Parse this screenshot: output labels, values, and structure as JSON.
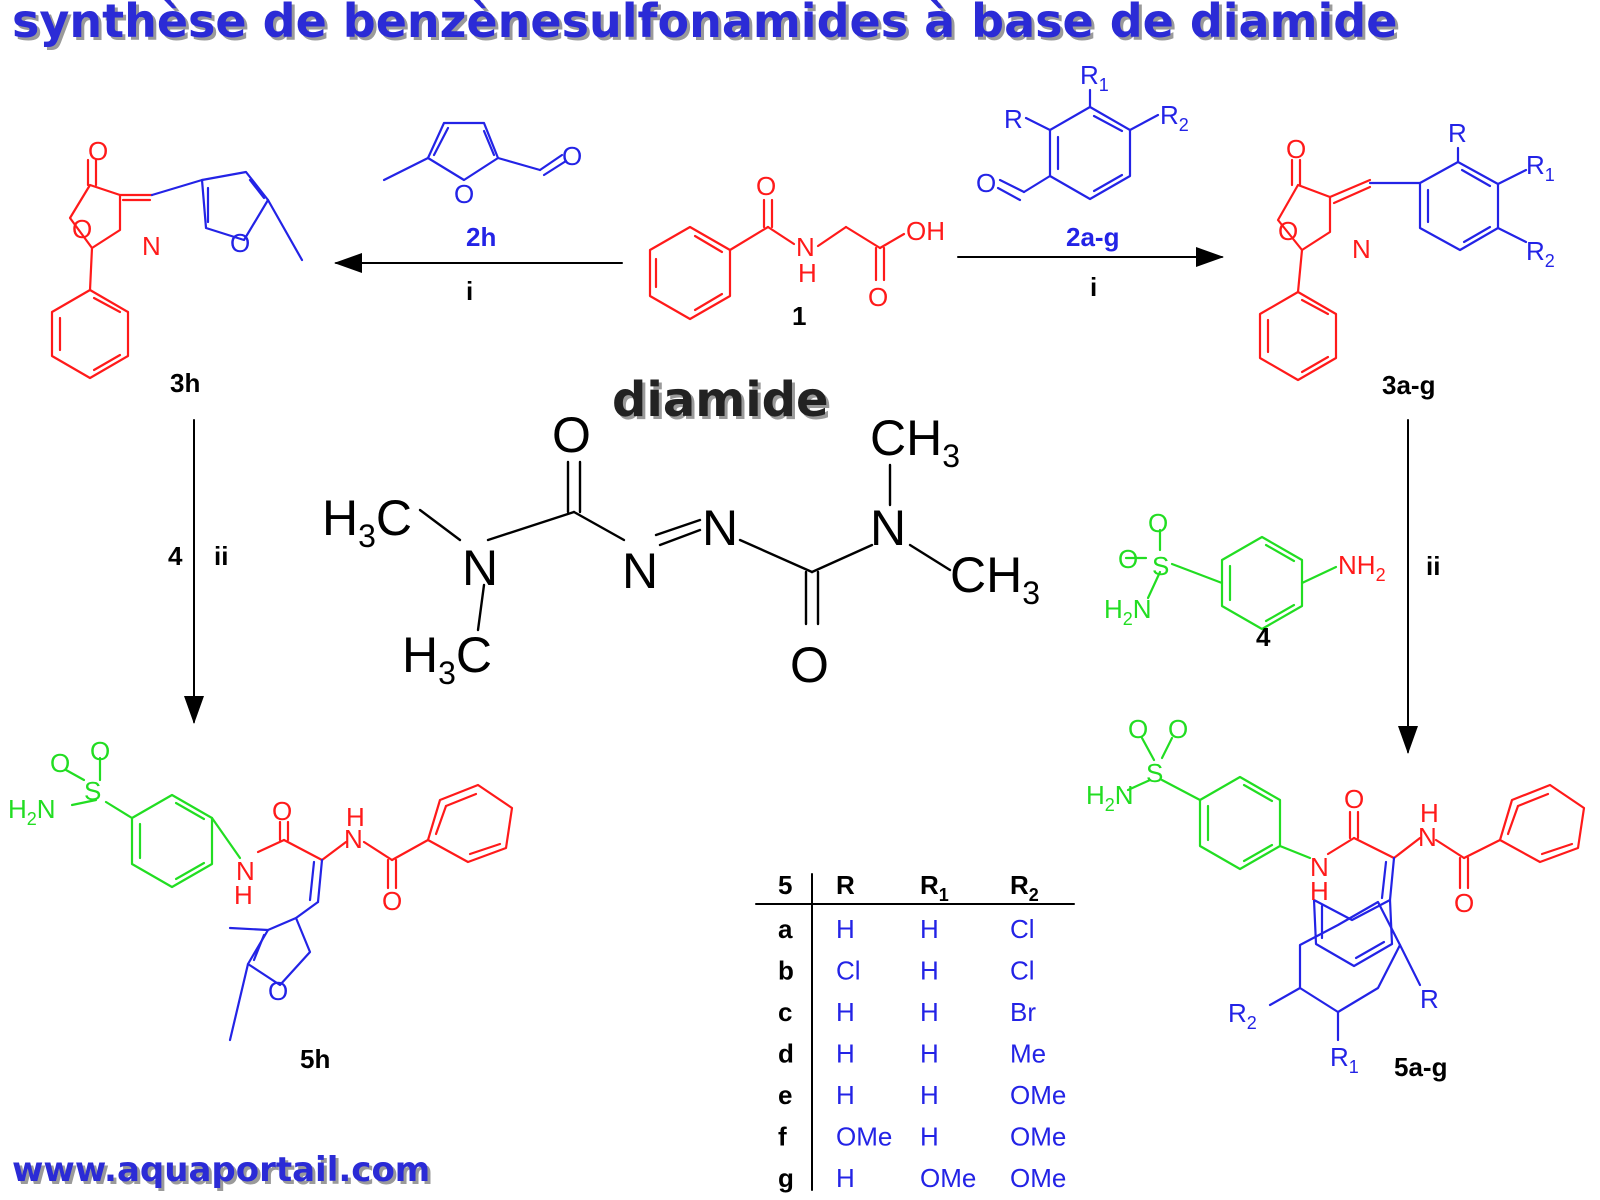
{
  "title": "synthèse de benzènesulfonamides à base de diamide",
  "footer": "www.aquaportail.com",
  "diamide_label": "diamide",
  "compound_labels": {
    "c1": "1",
    "c2h": "2h",
    "c2ag": "2a-g",
    "c3h": "3h",
    "c3ag": "3a-g",
    "c4": "4",
    "c5h": "5h",
    "c5ag": "5a-g"
  },
  "reagents": {
    "i_left": "i",
    "i_right": "i",
    "ii_left": "ii",
    "ii_right": "ii",
    "four_left": "4"
  },
  "atoms": {
    "O": "O",
    "N": "N",
    "H": "H",
    "OH": "OH",
    "S": "S",
    "NH2": "NH",
    "sub2": "2",
    "H2N": "H",
    "R": "R",
    "R1": "R",
    "R2": "R",
    "sub1": "1",
    "CH3": "CH",
    "H3C": "H",
    "C": "C",
    "sub3": "3"
  },
  "table": {
    "headers": [
      "5",
      "R",
      "R1",
      "R2"
    ],
    "rows": [
      {
        "id": "a",
        "R": "H",
        "R1": "H",
        "R2": "Cl"
      },
      {
        "id": "b",
        "R": "Cl",
        "R1": "H",
        "R2": "Cl"
      },
      {
        "id": "c",
        "R": "H",
        "R1": "H",
        "R2": "Br"
      },
      {
        "id": "d",
        "R": "H",
        "R1": "H",
        "R2": "Me"
      },
      {
        "id": "e",
        "R": "H",
        "R1": "H",
        "R2": "OMe"
      },
      {
        "id": "f",
        "R": "OMe",
        "R1": "H",
        "R2": "OMe"
      },
      {
        "id": "g",
        "R": "H",
        "R1": "OMe",
        "R2": "OMe"
      }
    ]
  },
  "colors": {
    "title": "#2b2bd6",
    "red_fragment": "#ff1a1a",
    "blue_fragment": "#2323e6",
    "green_fragment": "#22dd22"
  }
}
